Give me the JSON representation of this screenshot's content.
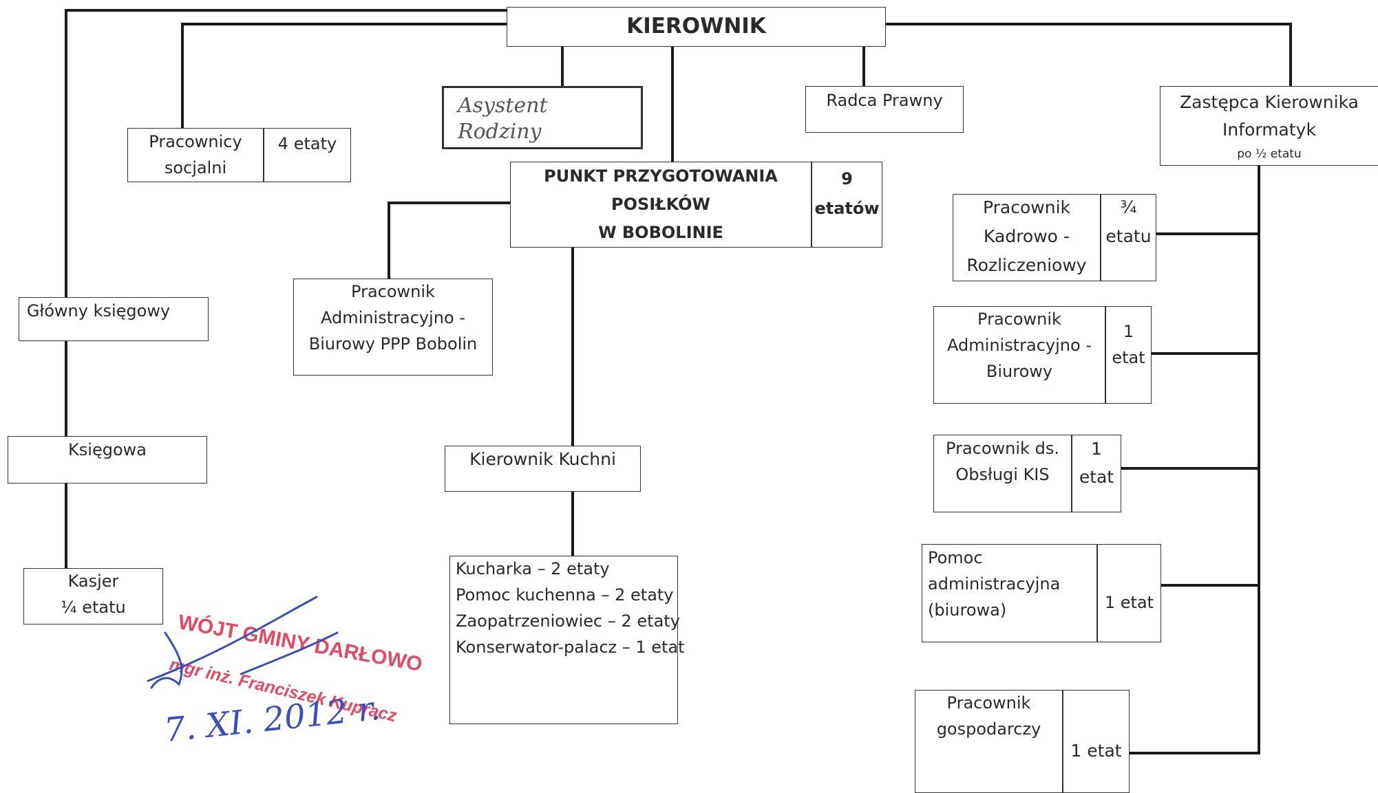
{
  "top": {
    "title": "KIEROWNIK"
  },
  "assistant": {
    "line1": "Asystent",
    "line2": "Rodziny"
  },
  "lawyer": {
    "label": "Radca Prawny"
  },
  "deputy": {
    "line1": "Zastępca Kierownika",
    "line2": "Informatyk",
    "line3": "po ½ etatu"
  },
  "social": {
    "line1": "Pracownicy",
    "line2": "socjalni",
    "count": "4 etaty"
  },
  "kitchen_point": {
    "line1": "PUNKT PRZYGOTOWANIA",
    "line2": "POSIŁKÓW",
    "line3": "W BOBOLINIE",
    "count1": "9",
    "count2": "etatów"
  },
  "ppp_admin": {
    "line1": "Pracownik",
    "line2": "Administracyjno -",
    "line3": "Biurowy  PPP Bobolin"
  },
  "chief_accountant": {
    "label": "Główny księgowy"
  },
  "accountant": {
    "label": "Księgowa"
  },
  "cashier": {
    "line1": "Kasjer",
    "line2": "¼ etatu"
  },
  "kitchen_head": {
    "label": "Kierownik Kuchni"
  },
  "kitchen_staff": {
    "items": [
      "Kucharka – 2 etaty",
      "Pomoc kuchenna – 2 etaty",
      "Zaopatrzeniowiec – 2 etaty",
      "Konserwator-palacz – 1 etat"
    ]
  },
  "hr": {
    "line1": "Pracownik",
    "line2": "Kadrowo -",
    "line3": "Rozliczeniowy",
    "count1": "¾",
    "count2": "etatu"
  },
  "admin": {
    "line1": "Pracownik",
    "line2": "Administracyjno -",
    "line3": "Biurowy",
    "count1": "1",
    "count2": "etat"
  },
  "kis": {
    "line1": "Pracownik ds.",
    "line2": "Obsługi KIS",
    "count1": "1",
    "count2": "etat"
  },
  "admin_help": {
    "line1": "Pomoc",
    "line2": "administracyjna",
    "line3": "(biurowa)",
    "count": "1 etat"
  },
  "maintenance": {
    "line1": "Pracownik",
    "line2": "gospodarczy",
    "count": "1 etat"
  },
  "stamp": {
    "line1": "WÓJT GMINY DARŁOWO",
    "line2": "mgr inż. Franciszek Kupracz",
    "date": "7. XI. 2012 r."
  }
}
